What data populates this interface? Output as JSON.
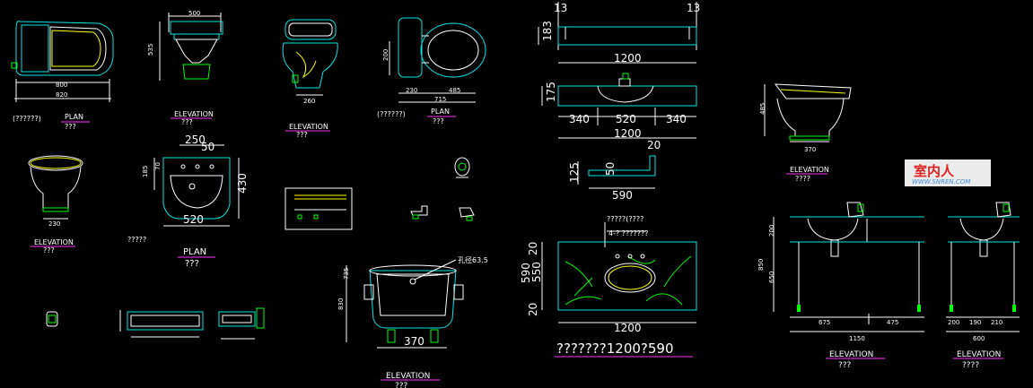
{
  "labels": {
    "plan": "PLAN",
    "elevation": "ELEVATION",
    "q2": "???",
    "q4": "????",
    "q5": "?????",
    "q7a": "(??????)",
    "q7b": "(??????)"
  },
  "dimensions": {
    "d500": "500",
    "d535": "535",
    "d800": "800",
    "d820": "820",
    "d200": "200",
    "d230": "230",
    "d485": "485",
    "d715": "715",
    "d260": "260",
    "d250": "250",
    "d50": "50",
    "d185": "185",
    "d70": "70",
    "d430": "430",
    "d520": "520",
    "d730": "735",
    "d830": "830",
    "d370": "370",
    "d13a": "13",
    "d13b": "13",
    "d183": "183",
    "d1200a": "1200",
    "d175": "175",
    "d340a": "340",
    "d340b": "340",
    "d1200b": "1200",
    "d20a": "20",
    "d125": "125",
    "d590": "590",
    "d20b": "20",
    "d550": "550",
    "d20c": "20",
    "d590b": "590",
    "d1200c": "1200",
    "d485b": "485",
    "d370b": "370",
    "d200b": "200",
    "d850": "850",
    "d650": "650",
    "d675": "675",
    "d475": "475",
    "d1150": "1150",
    "d200c": "200",
    "d190": "190",
    "d210": "210",
    "d600": "600"
  },
  "notes": {
    "hole": "孔径63.5",
    "counterNote": "?????(????",
    "holesNote": "4-? ???????",
    "bigCaption": "???????1200?590"
  },
  "watermark": {
    "name": "室内人",
    "url": "WWW.SNREN.COM"
  },
  "colors": {
    "background": "#000000",
    "cyan": "#00e6e6",
    "white": "#ffffff",
    "green": "#00ff00",
    "yellow": "#ffff00",
    "magenta": "#ff33ff",
    "watermark_red": "#e02020",
    "watermark_blue": "#3c8cd8"
  }
}
